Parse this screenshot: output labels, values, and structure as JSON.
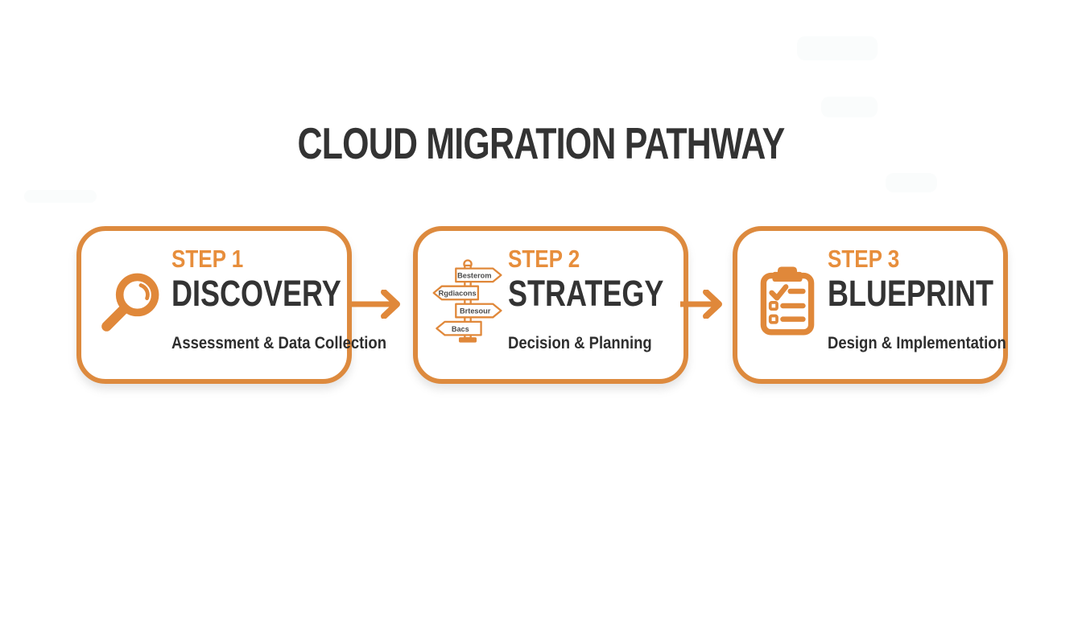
{
  "title": "CLOUD MIGRATION PATHWAY",
  "steps": [
    {
      "step_label": "STEP 1",
      "name": "DISCOVERY",
      "subtitle": "Assessment & Data Collection",
      "icon": "magnifier-icon"
    },
    {
      "step_label": "STEP 2",
      "name": "STRATEGY",
      "subtitle": "Decision & Planning",
      "icon": "signpost-icon",
      "signpost_labels": [
        "Besterom",
        "Rgdiacons",
        "Brtesour",
        "Bacs"
      ]
    },
    {
      "step_label": "STEP 3",
      "name": "BLUEPRINT",
      "subtitle": "Design & Implementation",
      "icon": "clipboard-checklist-icon"
    }
  ],
  "colors": {
    "accent_orange": "#DD8A3E",
    "step_label_orange": "#E78E3C",
    "dark_text": "#333333",
    "background": "#FFFFFF"
  }
}
